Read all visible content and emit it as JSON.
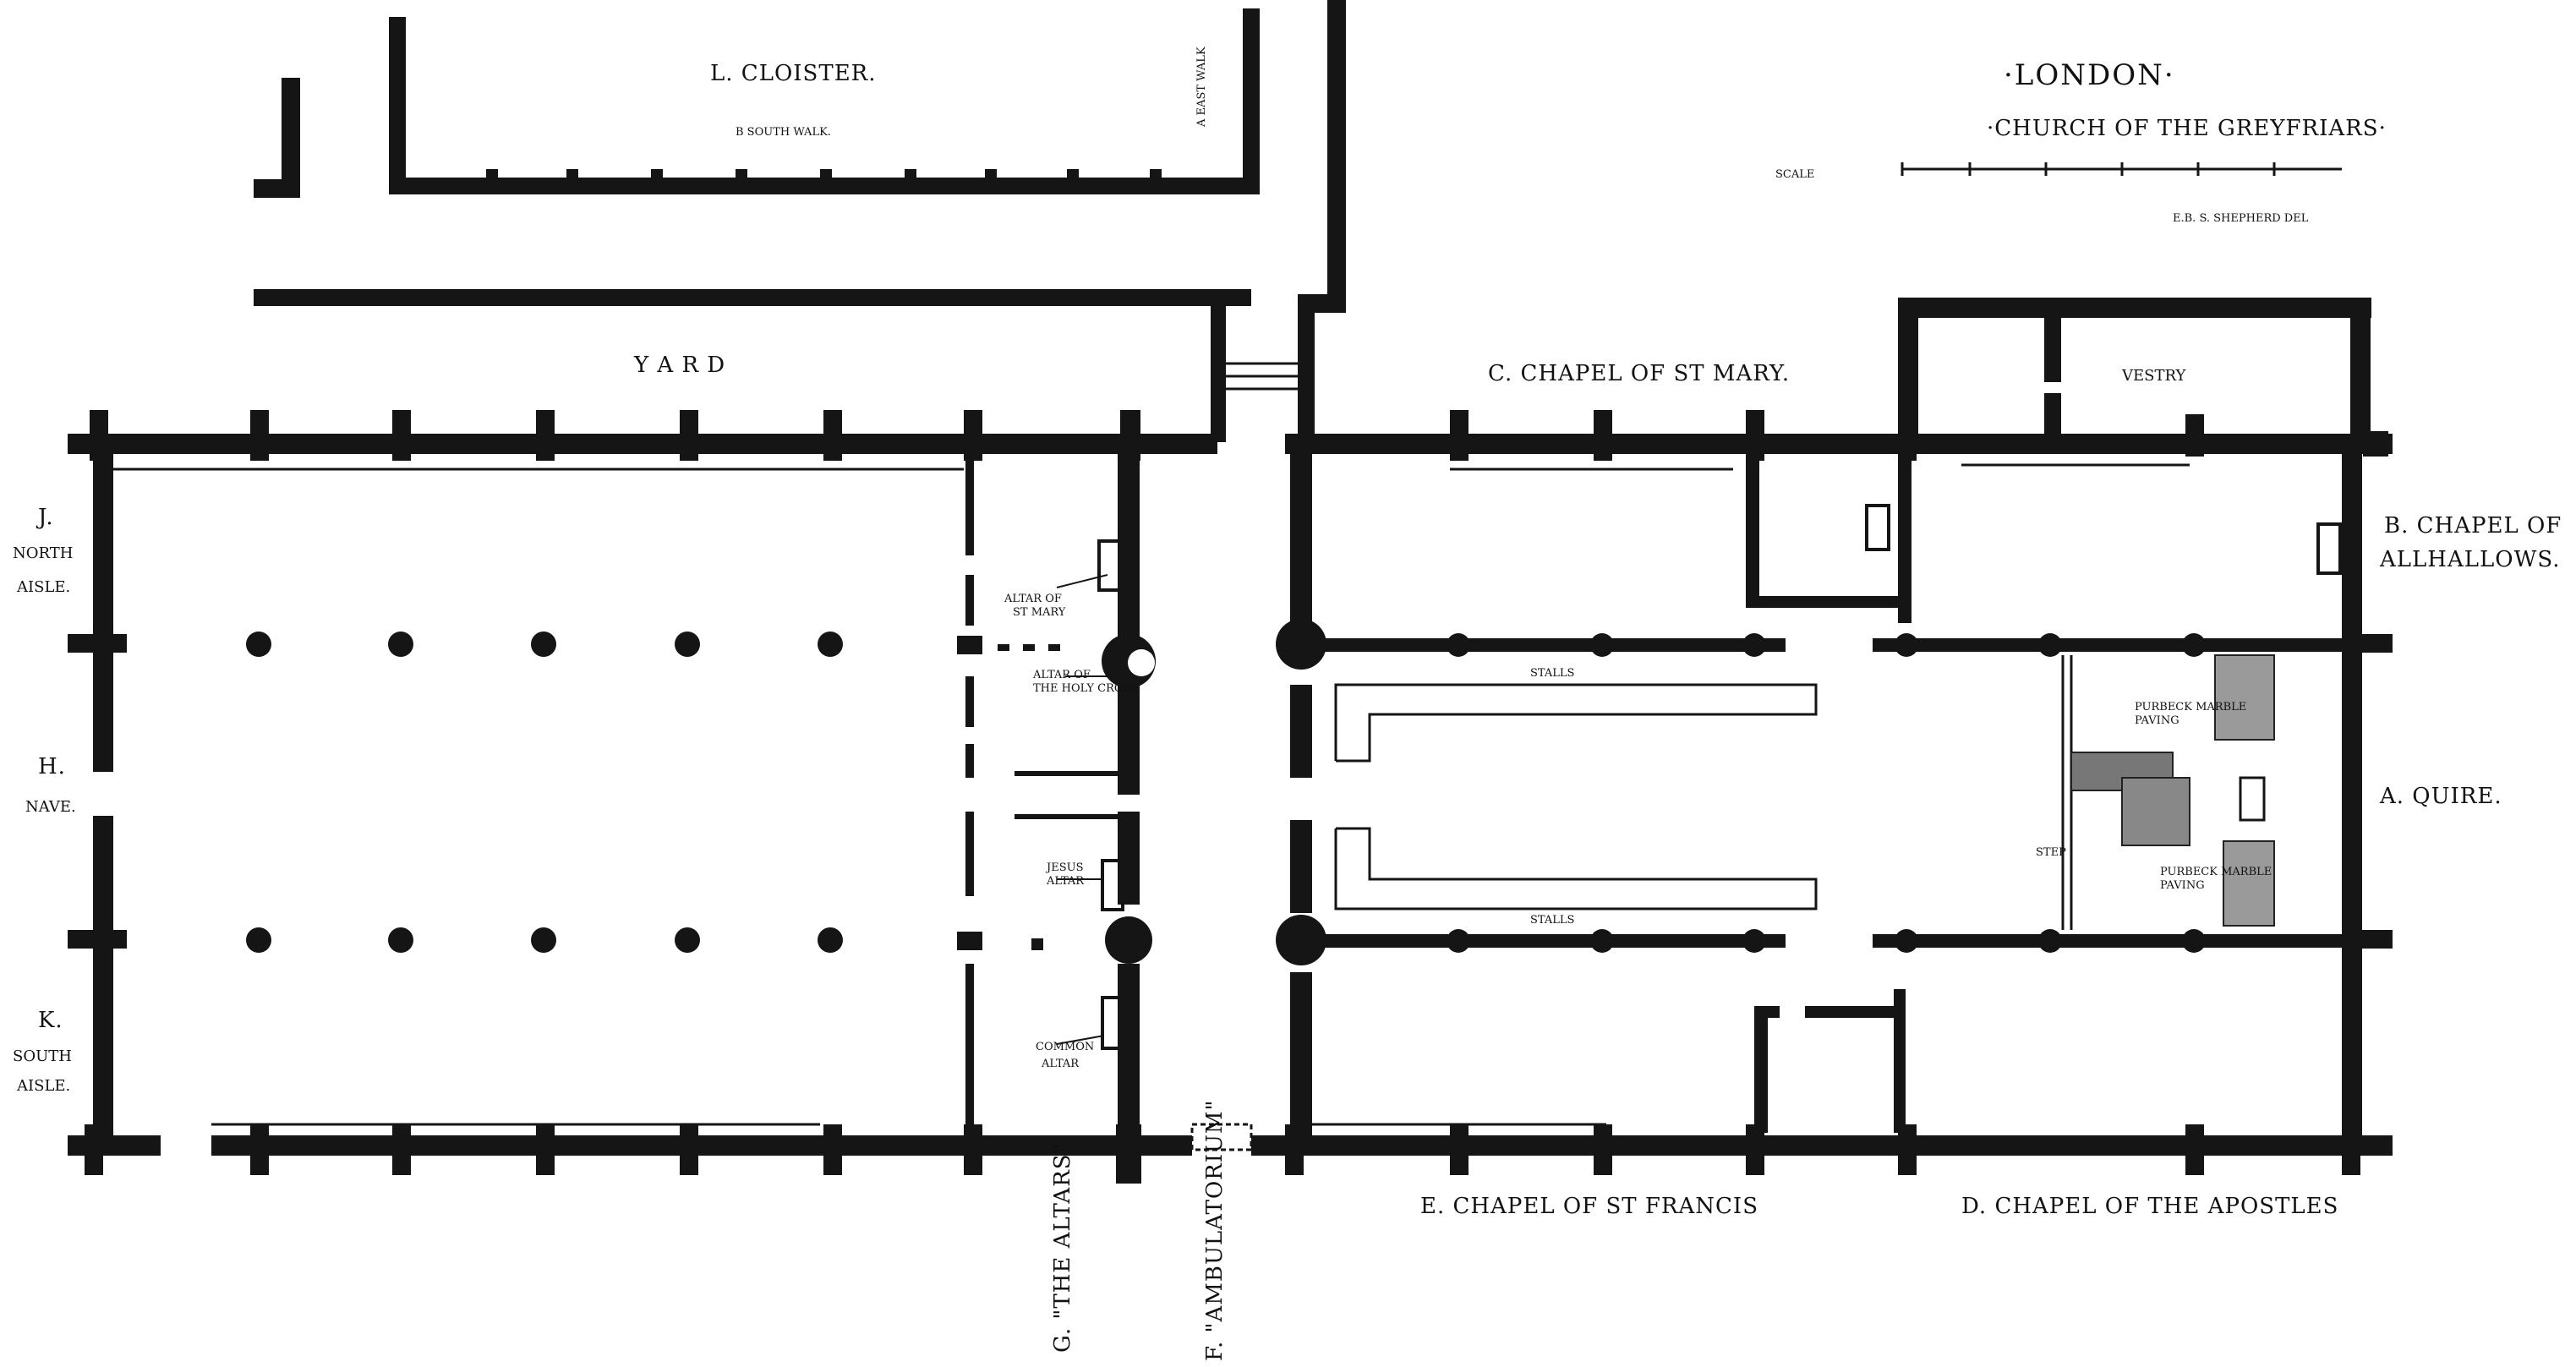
{
  "title": {
    "city": "·LONDON·",
    "church": "·CHURCH OF THE GREYFRIARS·",
    "scale_label": "SCALE",
    "author": "E.B. S. SHEPHERD DEL"
  },
  "labels": {
    "cloister": "L. CLOISTER.",
    "south_walk": "b South Walk.",
    "east_walk": "a East Walk",
    "yard": "Y A R D",
    "chapel_st_mary": "C. CHAPEL OF St MARY.",
    "vestry": "VESTRY",
    "north_aisle_letter": "J.",
    "north_aisle_1": "NORTH",
    "north_aisle_2": "AISLE.",
    "nave_letter": "H.",
    "nave": "NAVE.",
    "south_aisle_letter": "K.",
    "south_aisle_1": "SOUTH",
    "south_aisle_2": "AISLE.",
    "chapel_allhallows_1": "B. CHAPEL OF",
    "chapel_allhallows_2": "ALLHALLOWS.",
    "quire": "A. QUIRE.",
    "chapel_st_francis": "E. CHAPEL OF St FRANCIS",
    "chapel_apostles": "D. CHAPEL OF THE APOSTLES",
    "the_altars": "G. \"THE ALTARS\"",
    "ambulatorium": "F. \"AMBULATORIUM\"",
    "stalls": "STALLS",
    "altar_st_mary_1": "ALTAR OF",
    "altar_st_mary_2": "St MARY",
    "altar_holy_cross_1": "ALTAR OF",
    "altar_holy_cross_2": "THE HOLY CROSS",
    "jesus_altar_1": "JESUS",
    "jesus_altar_2": "ALTAR",
    "common_altar_1": "COMMON",
    "common_altar_2": "ALTAR",
    "purbeck_paving_top_1": "PURBECK MARBLE",
    "purbeck_paving_top_2": "PAVING",
    "purbeck_paving_bottom_1": "PURBECK MARBLE",
    "purbeck_paving_bottom_2": "PAVING",
    "step": "STEP"
  }
}
